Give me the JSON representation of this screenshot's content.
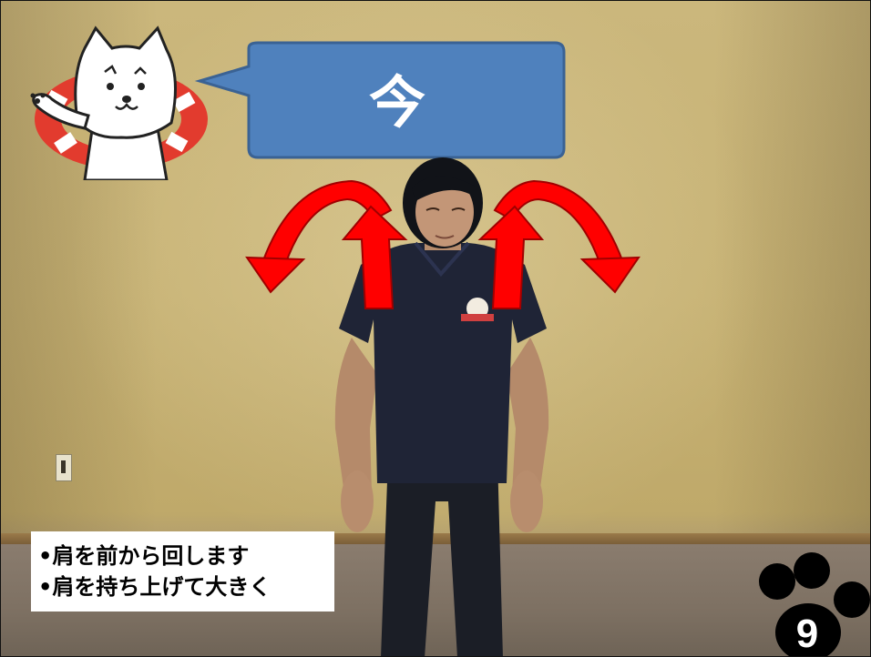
{
  "speech_bubble": {
    "text": "今"
  },
  "caption": {
    "line1": "•肩を前から回します",
    "line2": "•肩を持ち上げて大きく"
  },
  "page_number": "9",
  "colors": {
    "bubble_fill": "#4f81bd",
    "bubble_stroke": "#3a6294",
    "arrow_red": "#ff0000",
    "arrow_dark": "#a00000",
    "wall": "#c7b274",
    "shirt": "#1f2436"
  },
  "icons": {
    "mascot": "white-dog-mascot-with-life-ring",
    "paw": "black-paw-print"
  }
}
